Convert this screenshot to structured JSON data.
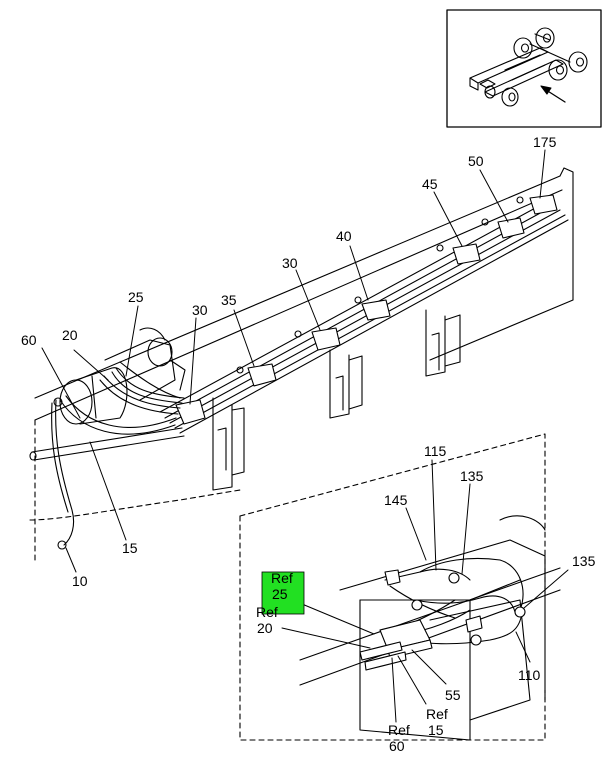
{
  "callouts": {
    "c175": "175",
    "c50": "50",
    "c45": "45",
    "c40": "40",
    "c30a": "30",
    "c30b": "30",
    "c35": "35",
    "c25": "25",
    "c20": "20",
    "c60": "60",
    "c15": "15",
    "c10": "10",
    "c115": "115",
    "c135a": "135",
    "c135b": "135",
    "c145": "145",
    "c110": "110",
    "c55": "55",
    "ref_word": "Ref",
    "ref25": "25",
    "ref20": "20",
    "ref15": "15",
    "ref60": "60"
  },
  "colors": {
    "highlight": "#22e022",
    "line": "#000000"
  }
}
